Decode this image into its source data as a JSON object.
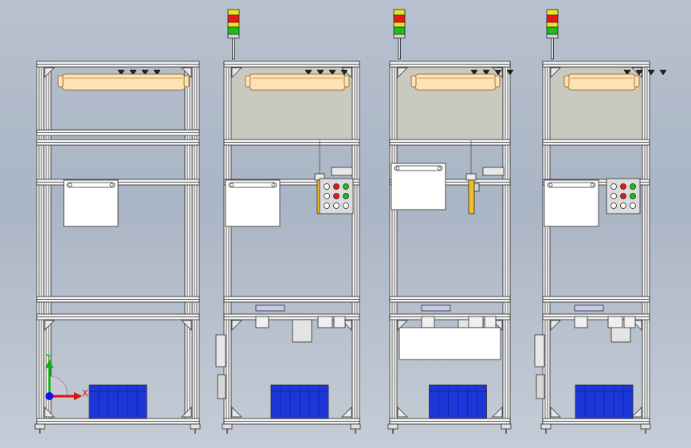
{
  "view": {
    "background_top": "#b7c1cf",
    "background_bottom": "#c5ccd7"
  },
  "triad": {
    "x_label": "X",
    "y_label": "Y",
    "x_color": "#e01010",
    "y_color": "#10b010",
    "z_color": "#1010e0"
  },
  "stations": [
    {
      "id": "station-1",
      "has_signal_light": false,
      "has_control_box": false,
      "has_hanging_tool": false,
      "has_upper_enclosure": false
    },
    {
      "id": "station-2",
      "has_signal_light": true,
      "has_control_box": true,
      "has_hanging_tool": true,
      "has_upper_enclosure": true
    },
    {
      "id": "station-3",
      "has_signal_light": true,
      "has_control_box": false,
      "has_hanging_tool": true,
      "has_upper_enclosure": true
    },
    {
      "id": "station-4",
      "has_signal_light": true,
      "has_control_box": true,
      "has_hanging_tool": false,
      "has_upper_enclosure": true
    }
  ],
  "colors": {
    "frame": "#f4f4f4",
    "frame_edge": "#2a2a2a",
    "light_fixture": "#fde2b4",
    "light_fixture_edge": "#8a5a20",
    "upper_panel": "#c9c9c0",
    "storage_bin": "#1c36d8",
    "signal_red": "#e81818",
    "signal_yellow": "#f0e020",
    "signal_green": "#18c018",
    "hanging_tool": "#f2c020"
  }
}
